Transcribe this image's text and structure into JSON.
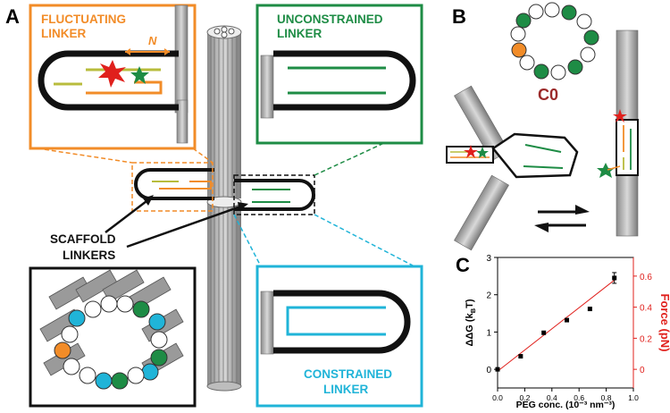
{
  "panels": {
    "a": "A",
    "b": "B",
    "c": "C"
  },
  "labels": {
    "fluctuating": [
      "FLUCTUATING",
      "LINKER"
    ],
    "n": "N",
    "unconstrained": [
      "UNCONSTRAINED",
      "LINKER"
    ],
    "scaffold": [
      "SCAFFOLD",
      "LINKERS"
    ],
    "constrained": [
      "CONSTRAINED",
      "LINKER"
    ],
    "c0": "C0"
  },
  "colors": {
    "orange": "#F28C28",
    "green": "#1E8C45",
    "cyan": "#20B4D8",
    "olive": "#B8BC3C",
    "red": "#E0201C",
    "dark": "#111111",
    "maroon": "#9B2A2A"
  },
  "chart_data": {
    "type": "scatter",
    "xlabel": "PEG conc. (10⁻³ nm⁻³)",
    "ylabel_left": "ΔΔG (k",
    "ylabel_left_sub": "B",
    "ylabel_left_end": "T)",
    "ylabel_right": "Force (pN)",
    "xlim": [
      0.0,
      1.0
    ],
    "ylim": [
      -0.5,
      3.0
    ],
    "ylim_right": [
      -0.12,
      0.72
    ],
    "x_ticks": [
      "0.0",
      "0.2",
      "0.4",
      "0.6",
      "0.8",
      "1.0"
    ],
    "y_ticks": [
      "0",
      "1",
      "2",
      "3"
    ],
    "y_right_ticks": [
      "0",
      "0.2",
      "0.4",
      "0.6"
    ],
    "x": [
      0.0,
      0.17,
      0.34,
      0.51,
      0.68,
      0.86
    ],
    "y": [
      0.0,
      0.35,
      0.98,
      1.32,
      1.62,
      2.45
    ],
    "fit": {
      "x": [
        0.0,
        0.87
      ],
      "y": [
        -0.05,
        2.42
      ]
    }
  }
}
